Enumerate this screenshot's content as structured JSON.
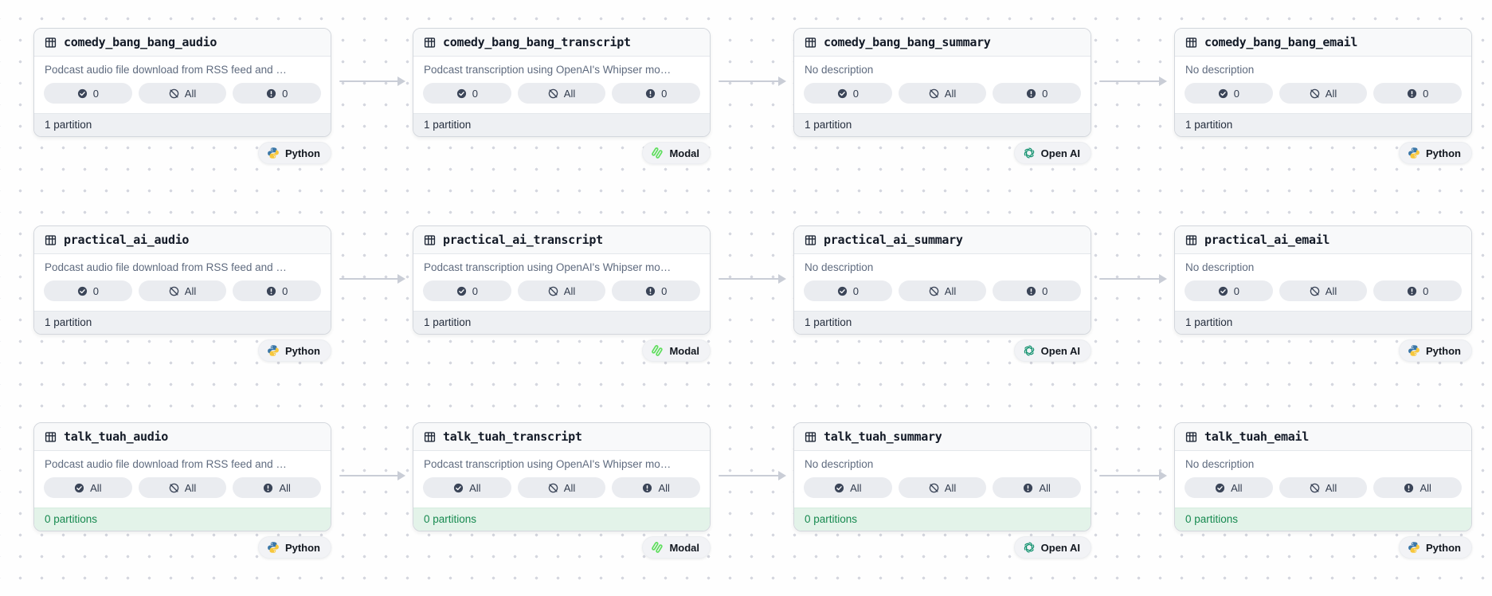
{
  "graph": {
    "rows": [
      {
        "nodes": [
          {
            "title": "comedy_bang_bang_audio",
            "description": "Podcast audio file download from RSS feed and …",
            "counts": {
              "materialized": "0",
              "missing": "All",
              "failed": "0"
            },
            "partitions": "1 partition",
            "partitions_style": "default",
            "tech": "Python",
            "tech_icon": "python"
          },
          {
            "title": "comedy_bang_bang_transcript",
            "description": "Podcast transcription using OpenAI's Whipser mo…",
            "counts": {
              "materialized": "0",
              "missing": "All",
              "failed": "0"
            },
            "partitions": "1 partition",
            "partitions_style": "default",
            "tech": "Modal",
            "tech_icon": "modal"
          },
          {
            "title": "comedy_bang_bang_summary",
            "description": "No description",
            "counts": {
              "materialized": "0",
              "missing": "All",
              "failed": "0"
            },
            "partitions": "1 partition",
            "partitions_style": "default",
            "tech": "Open AI",
            "tech_icon": "openai"
          },
          {
            "title": "comedy_bang_bang_email",
            "description": "No description",
            "counts": {
              "materialized": "0",
              "missing": "All",
              "failed": "0"
            },
            "partitions": "1 partition",
            "partitions_style": "default",
            "tech": "Python",
            "tech_icon": "python"
          }
        ]
      },
      {
        "nodes": [
          {
            "title": "practical_ai_audio",
            "description": "Podcast audio file download from RSS feed and …",
            "counts": {
              "materialized": "0",
              "missing": "All",
              "failed": "0"
            },
            "partitions": "1 partition",
            "partitions_style": "default",
            "tech": "Python",
            "tech_icon": "python"
          },
          {
            "title": "practical_ai_transcript",
            "description": "Podcast transcription using OpenAI's Whipser mo…",
            "counts": {
              "materialized": "0",
              "missing": "All",
              "failed": "0"
            },
            "partitions": "1 partition",
            "partitions_style": "default",
            "tech": "Modal",
            "tech_icon": "modal"
          },
          {
            "title": "practical_ai_summary",
            "description": "No description",
            "counts": {
              "materialized": "0",
              "missing": "All",
              "failed": "0"
            },
            "partitions": "1 partition",
            "partitions_style": "default",
            "tech": "Open AI",
            "tech_icon": "openai"
          },
          {
            "title": "practical_ai_email",
            "description": "No description",
            "counts": {
              "materialized": "0",
              "missing": "All",
              "failed": "0"
            },
            "partitions": "1 partition",
            "partitions_style": "default",
            "tech": "Python",
            "tech_icon": "python"
          }
        ]
      },
      {
        "nodes": [
          {
            "title": "talk_tuah_audio",
            "description": "Podcast audio file download from RSS feed and …",
            "counts": {
              "materialized": "All",
              "missing": "All",
              "failed": "All"
            },
            "partitions": "0 partitions",
            "partitions_style": "success",
            "tech": "Python",
            "tech_icon": "python"
          },
          {
            "title": "talk_tuah_transcript",
            "description": "Podcast transcription using OpenAI's Whipser mo…",
            "counts": {
              "materialized": "All",
              "missing": "All",
              "failed": "All"
            },
            "partitions": "0 partitions",
            "partitions_style": "success",
            "tech": "Modal",
            "tech_icon": "modal"
          },
          {
            "title": "talk_tuah_summary",
            "description": "No description",
            "counts": {
              "materialized": "All",
              "missing": "All",
              "failed": "All"
            },
            "partitions": "0 partitions",
            "partitions_style": "success",
            "tech": "Open AI",
            "tech_icon": "openai"
          },
          {
            "title": "talk_tuah_email",
            "description": "No description",
            "counts": {
              "materialized": "All",
              "missing": "All",
              "failed": "All"
            },
            "partitions": "0 partitions",
            "partitions_style": "success",
            "tech": "Python",
            "tech_icon": "python"
          }
        ]
      }
    ]
  },
  "icons": {
    "asset_header": "table-icon",
    "materialized": "check-circle-icon",
    "missing": "slash-circle-icon",
    "failed": "alert-circle-icon"
  },
  "colors": {
    "success_text": "#178a50",
    "success_bg": "#e3f3e9",
    "pill_bg": "#eaecf0",
    "icon_slate": "#3b4558",
    "arrow": "#c9cdd6",
    "python_blue": "#3b77a8",
    "python_yellow": "#f7c73c",
    "modal_green": "#5ede5c",
    "openai_green": "#13926f",
    "dot_grid": "#d5d7df"
  }
}
